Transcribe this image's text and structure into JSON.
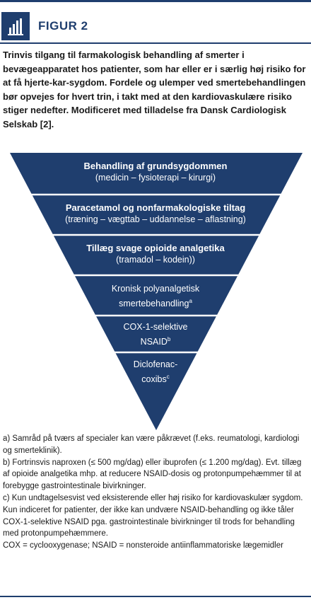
{
  "figure": {
    "label": "FIGUR 2",
    "icon": "bar-chart-icon",
    "accent_color": "#1f3e6e",
    "caption": "Trinvis tilgang til farmakologisk behandling af smerter i bevægeapparatet hos patienter, som har eller er i særlig høj risiko for at få hjerte-kar-sygdom. Fordele og ulemper ved smertebehandlingen bør opvejes for hvert trin, i takt med at den kardiovaskulære risiko stiger nedefter. Modificeret med tilladelse fra Dansk Cardiologisk Selskab [2]."
  },
  "pyramid": {
    "fill_color": "#1f3e6e",
    "tiers": [
      {
        "line1": "Behandling af grundsygdommen",
        "line2": "(medicin – fysioterapi – kirurgi)"
      },
      {
        "line1": "Paracetamol og nonfarmakologiske tiltag",
        "line2": "(træning – vægttab – uddannelse – aflastning)"
      },
      {
        "line1": "Tillæg svage opioide analgetika",
        "line2": "(tramadol – kodein))"
      },
      {
        "line1": "Kronisk polyanalgetisk",
        "line2": "smertebehandling",
        "sup": "a"
      },
      {
        "line1": "COX-1-selektive",
        "line2": "NSAID",
        "sup": "b"
      },
      {
        "line1": "Diclofenac-",
        "line2": "coxibs",
        "sup": "c"
      }
    ]
  },
  "footnotes": [
    "a) Samråd på tværs af specialer kan være påkrævet (f.eks. reumatologi, kardiologi og smerteklinik).",
    "b) Fortrinsvis naproxen (≤ 500 mg/dag) eller ibuprofen (≤ 1.200 mg/dag). Evt. tillæg af opioide analgetika mhp. at reducere NSAID-dosis og protonpumpehæmmer til at forebygge gastrointestinale bivirkninger.",
    "c) Kun undtagelsesvist ved eksisterende eller høj risiko for kardiovaskulær sygdom. Kun indiceret for patienter, der ikke kan undvære NSAID-behandling og ikke tåler COX-1-selektive NSAID pga. gastrointestinale bivirkninger til trods for behandling med protonpumpehæmmere.",
    "COX = cyclooxygenase; NSAID = nonsteroide antiinflammatoriske lægemidler"
  ]
}
